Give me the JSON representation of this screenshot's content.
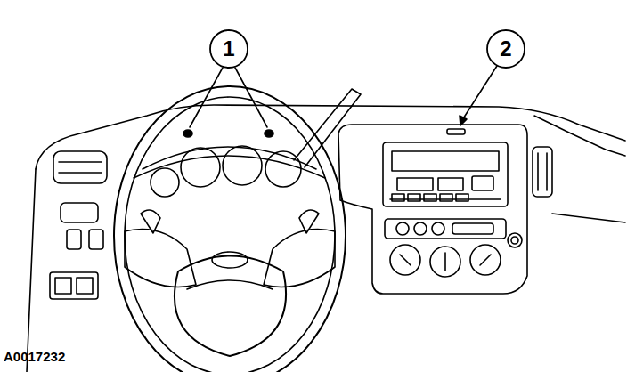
{
  "diagram": {
    "labels": [
      "1",
      "2",
      "A0017232"
    ]
  }
}
